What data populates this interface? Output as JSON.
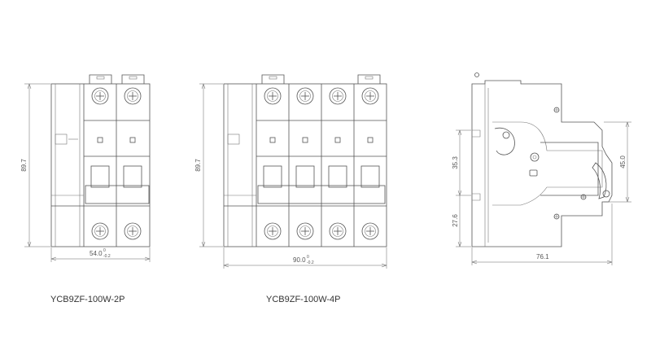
{
  "drawings": {
    "two_pole": {
      "caption": "YCB9ZF-100W-2P",
      "height_dim": "89.7",
      "width_dim_main": "54.0",
      "width_dim_tol_upper": "0",
      "width_dim_tol_lower": "-0.2"
    },
    "four_pole": {
      "caption": "YCB9ZF-100W-4P",
      "height_dim": "89.7",
      "width_dim_main": "90.0",
      "width_dim_tol_upper": "0",
      "width_dim_tol_lower": "-0.2"
    },
    "side_view": {
      "dim_upper": "35.3",
      "dim_lower": "27.6",
      "dim_right": "45.0",
      "dim_bottom": "76.1"
    }
  }
}
